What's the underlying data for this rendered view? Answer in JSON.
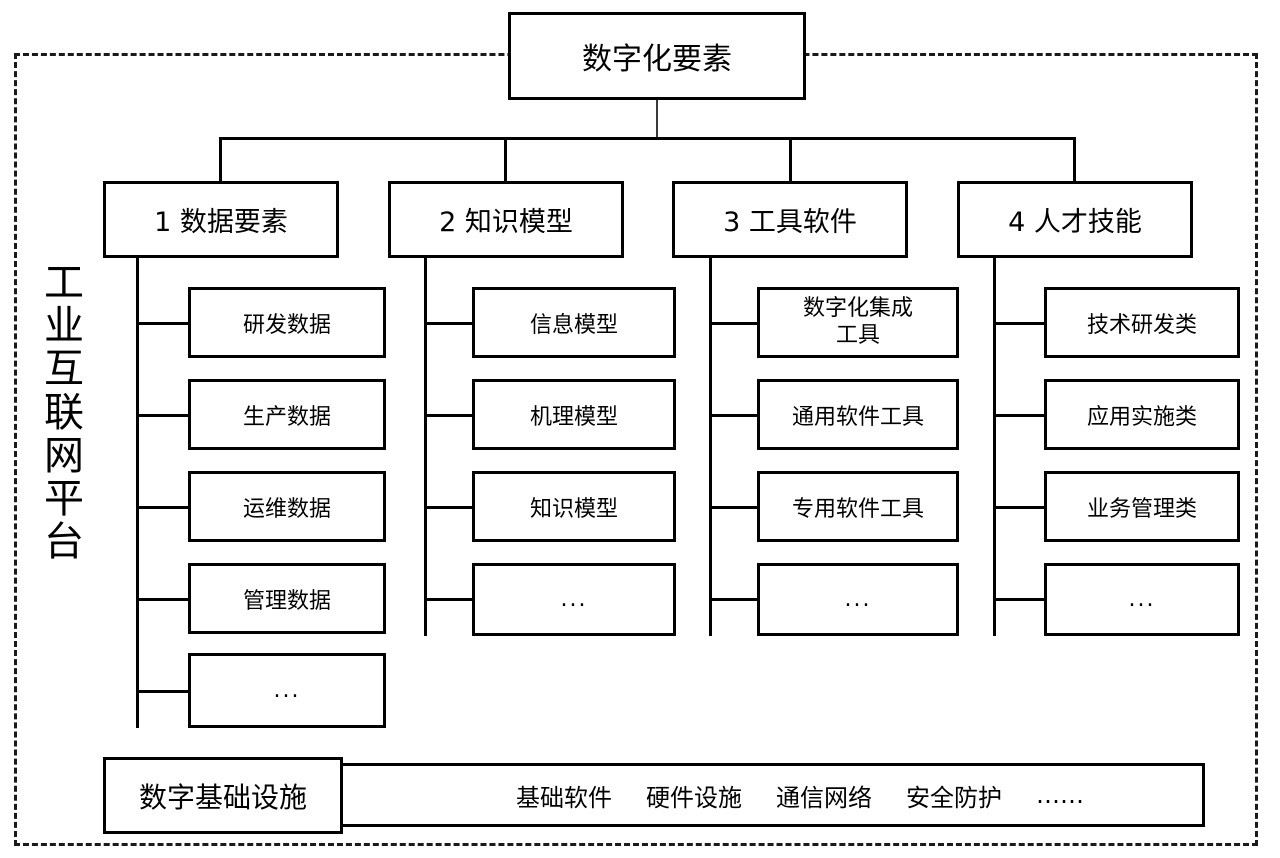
{
  "diagram": {
    "root": {
      "label": "数字化要素"
    },
    "side_label": {
      "text": "工业互联网平台",
      "chars": [
        "工",
        "业",
        "互",
        "联",
        "网",
        "平",
        "台"
      ]
    },
    "categories": [
      {
        "label": "1 数据要素",
        "children": [
          {
            "label": "研发数据"
          },
          {
            "label": "生产数据"
          },
          {
            "label": "运维数据"
          },
          {
            "label": "管理数据"
          },
          {
            "label": "..."
          }
        ]
      },
      {
        "label": "2 知识模型",
        "children": [
          {
            "label": "信息模型"
          },
          {
            "label": "机理模型"
          },
          {
            "label": "知识模型"
          },
          {
            "label": "..."
          }
        ]
      },
      {
        "label": "3 工具软件",
        "children": [
          {
            "label": "数字化集成工具",
            "line1": "数字化集成",
            "line2": "工具"
          },
          {
            "label": "通用软件工具"
          },
          {
            "label": "专用软件工具"
          },
          {
            "label": "..."
          }
        ]
      },
      {
        "label": "4 人才技能",
        "children": [
          {
            "label": "技术研发类"
          },
          {
            "label": "应用实施类"
          },
          {
            "label": "业务管理类"
          },
          {
            "label": "..."
          }
        ]
      }
    ],
    "infrastructure": {
      "label": "数字基础设施",
      "items": [
        "基础软件",
        "硬件设施",
        "通信网络",
        "安全防护",
        "……"
      ]
    },
    "colors": {
      "line": "#000000",
      "dashed_frame": "#1a1a1a",
      "background": "#ffffff"
    }
  }
}
